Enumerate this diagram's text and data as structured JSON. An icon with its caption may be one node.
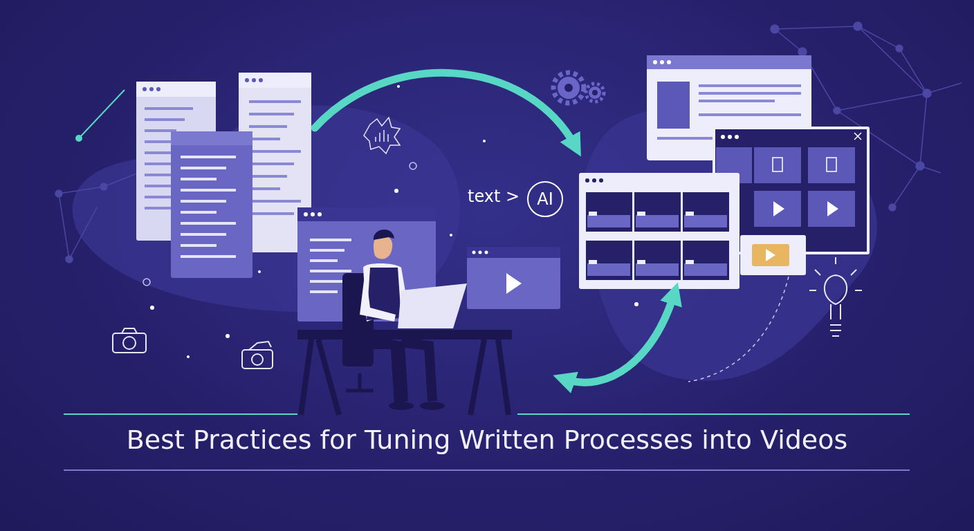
{
  "diagram": {
    "title": "Best Practices for Tuning Written Processes into Videos",
    "nodes": [
      {
        "text": [],
        "shape": "picture"
      },
      {
        "text": [],
        "shape": "picture"
      },
      {
        "text": [
          "AI"
        ]
      },
      {
        "text": [],
        "shape": "picture"
      }
    ],
    "edges": [
      {
        "from": 0,
        "to": 1,
        "arrow": "to"
      },
      {
        "from": 3,
        "to": 1,
        "arrow": "both"
      }
    ],
    "labels": [
      "text >"
    ]
  }
}
